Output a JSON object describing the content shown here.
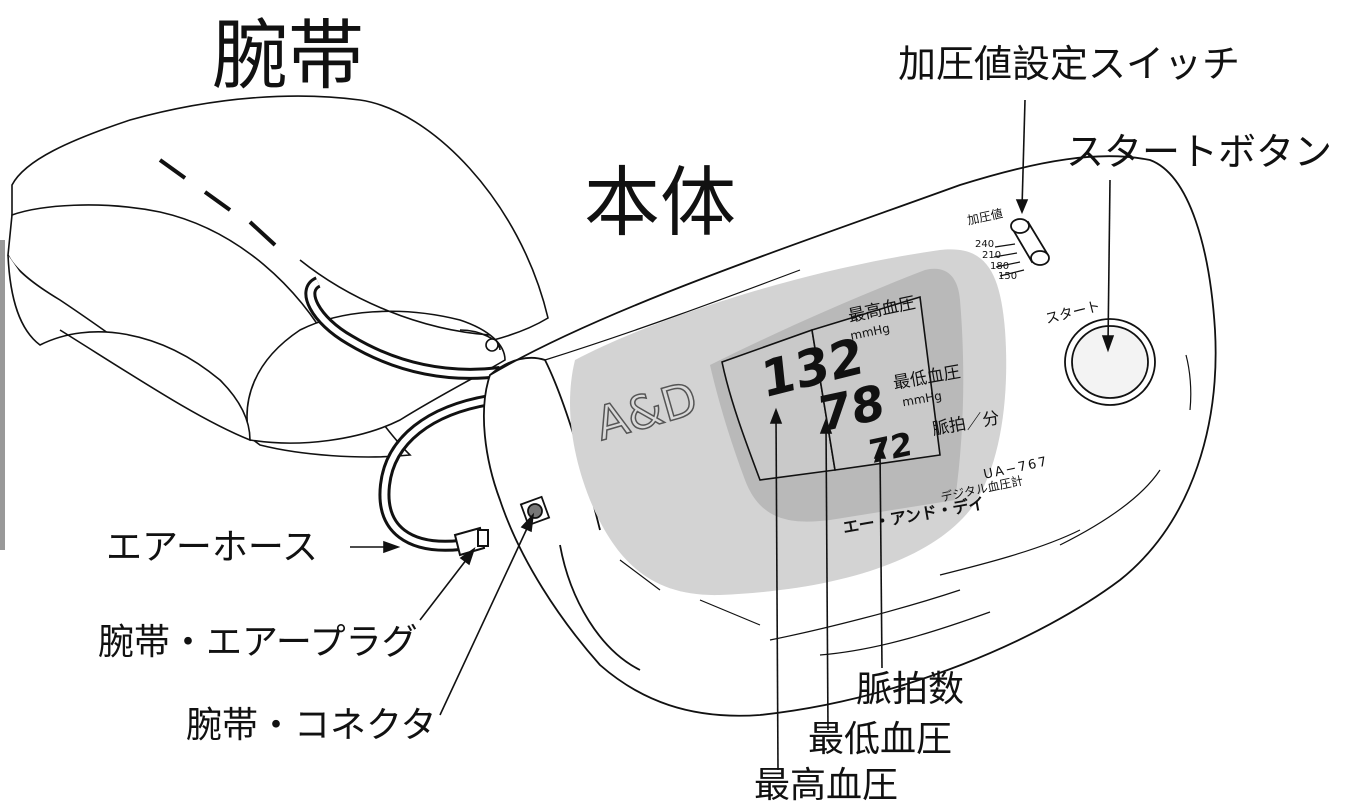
{
  "labels": {
    "cuff_title": "腕帯",
    "unit_title": "本体",
    "pressure_switch": "加圧値設定スイッチ",
    "start_button": "スタートボタン",
    "air_hose": "エアーホース",
    "cuff_air_plug": "腕帯・エアープラグ",
    "cuff_connector": "腕帯・コネクタ",
    "pulse_rate": "脈拍数",
    "diastolic": "最低血圧",
    "systolic": "最高血圧"
  },
  "device": {
    "logo": "A&D",
    "display": {
      "systolic_value": "132",
      "diastolic_value": "78",
      "pulse_value": "72",
      "systolic_label": "最高血圧",
      "systolic_unit": "mmHg",
      "diastolic_label": "最低血圧",
      "diastolic_unit": "mmHg",
      "pulse_label": "脈拍／分"
    },
    "brand_katakana": "エー・アンド・デイ",
    "product_desc": "デジタル血圧計",
    "model": "UA−767",
    "switch_title": "加圧値",
    "switch_values": [
      "240",
      "210",
      "180",
      "150"
    ],
    "start_label": "スタート"
  },
  "colors": {
    "line": "#111111",
    "panel_gray": "#d3d3d3",
    "lcd_gray": "#b9b9b9",
    "lcd_inner": "#c9c9c9"
  }
}
